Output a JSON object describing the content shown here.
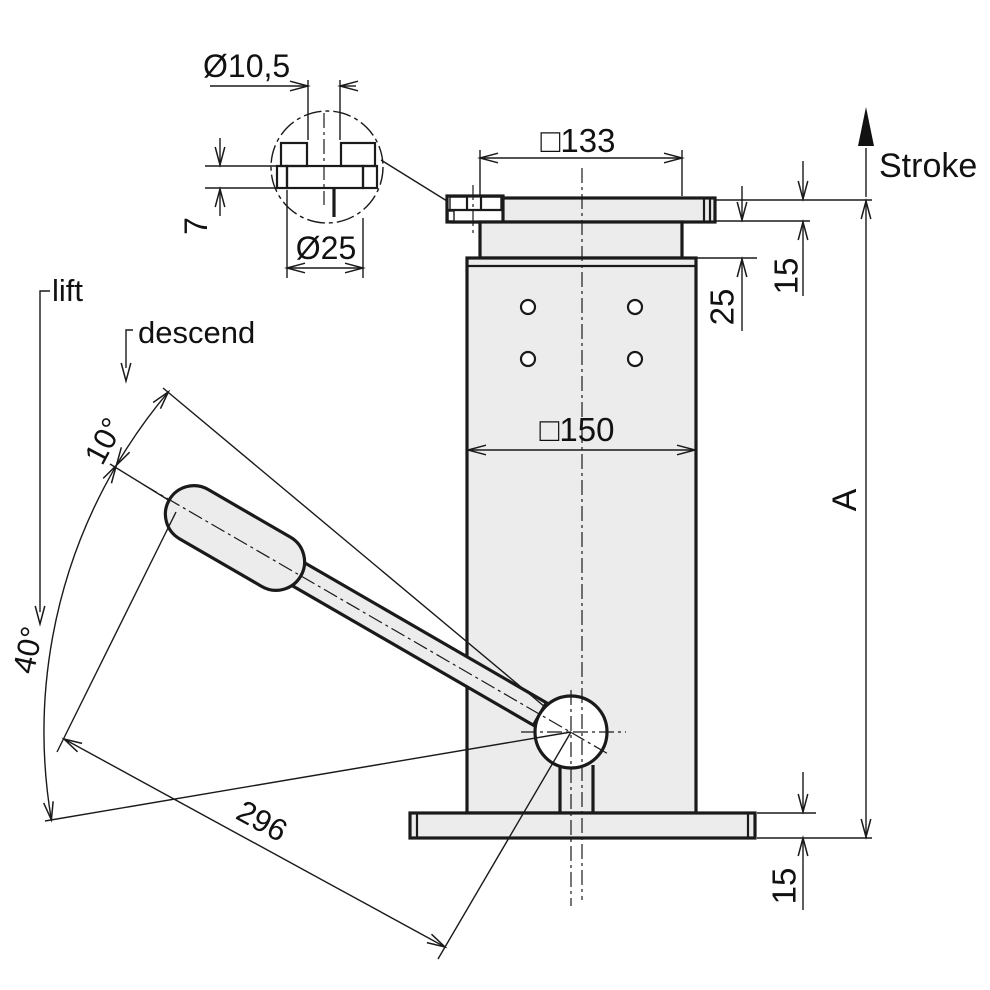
{
  "drawing": {
    "labels": {
      "detail_hole_dia": "Ø10,5",
      "detail_cbore_dia": "Ø25",
      "detail_cbore_depth": "7",
      "top_plate_square": "□133",
      "body_square": "□150",
      "flange_thickness": "15",
      "flange_to_body": "25",
      "base_thickness": "15",
      "overall_height": "A",
      "stroke": "Stroke",
      "lift": "lift",
      "descend": "descend",
      "lift_angle": "10°",
      "pump_angle": "40°",
      "lever_length": "296"
    },
    "colors": {
      "line": "#1a1a1a",
      "part_fill": "#ececec",
      "background": "#ffffff",
      "text": "#111111"
    }
  }
}
